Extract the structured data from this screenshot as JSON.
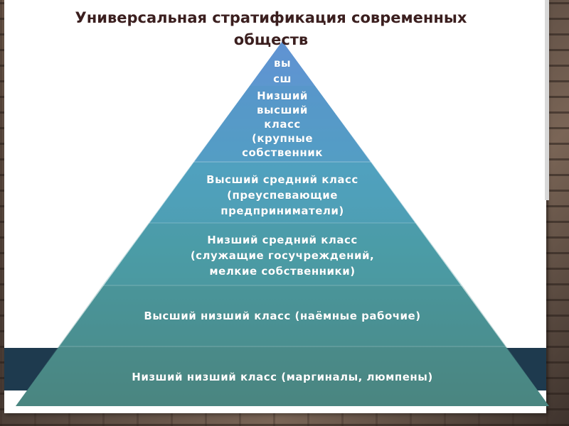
{
  "title": {
    "line1": "Универсальная стратификация современных",
    "line2": "обществ"
  },
  "levels": [
    {
      "lines": [
        "вы",
        "сш"
      ],
      "color": "#5a8fc6"
    },
    {
      "lines": [
        "Низший",
        "высший",
        "класс",
        "(крупные",
        "собственник"
      ],
      "color": "#5b97c4"
    },
    {
      "lines": [
        "Высший средний класс",
        "(преуспевающие",
        "предприниматели)"
      ],
      "color": "#4f9fb8"
    },
    {
      "lines": [
        "Низший средний класс",
        "(служащие госучреждений,",
        "мелкие собственники)"
      ],
      "color": "#4b9aa2"
    },
    {
      "lines": [
        "Высший низший класс (наёмные рабочие)"
      ],
      "color": "#4a8f8f"
    },
    {
      "lines": [
        "Низший низший класс (маргиналы, люмпены)"
      ],
      "color": "#4a8480"
    }
  ]
}
